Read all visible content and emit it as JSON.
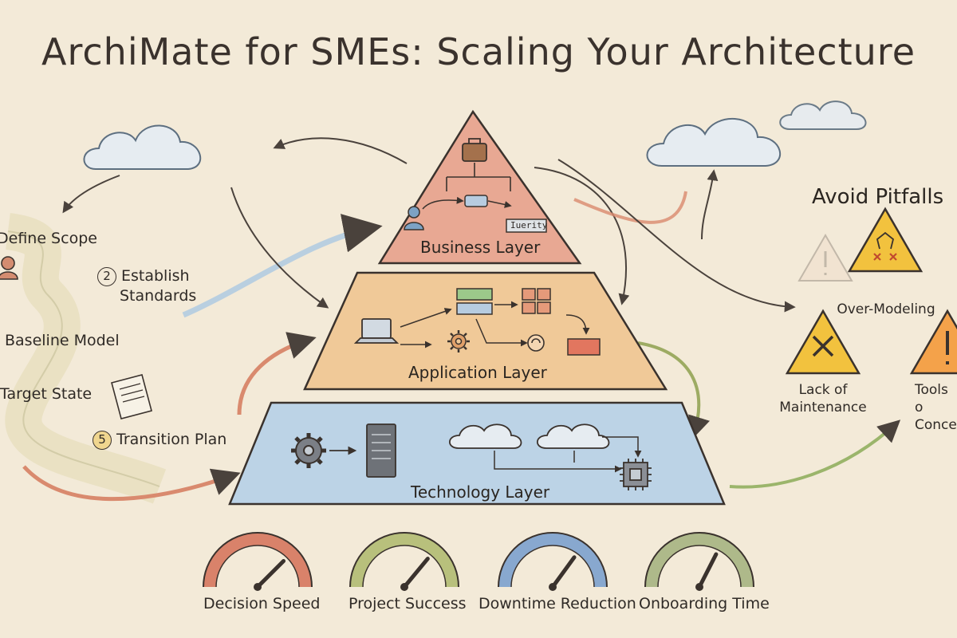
{
  "title": "ArchiMate for SMEs: Scaling Your Architecture",
  "steps": [
    {
      "num": "",
      "label": "Define Scope"
    },
    {
      "num": "2",
      "label": "Establish\nStandards"
    },
    {
      "num": "",
      "label": "Baseline Model"
    },
    {
      "num": "",
      "label": "Target State"
    },
    {
      "num": "5",
      "label": "Transition Plan"
    }
  ],
  "layers": {
    "business": {
      "label": "Business Layer",
      "tag": "Iuerity",
      "color": "#e8a893"
    },
    "application": {
      "label": "Application Layer",
      "color": "#f0c998"
    },
    "technology": {
      "label": "Technology Layer",
      "color": "#bcd3e6"
    }
  },
  "pitfalls": {
    "title": "Avoid Pitfalls",
    "items": [
      {
        "label": "Over-Modeling"
      },
      {
        "label": "Lack of\nMaintenance"
      },
      {
        "label": "Tools o\nConce"
      }
    ]
  },
  "gauges": [
    {
      "label": "Decision Speed",
      "value": 0.75,
      "color": "#d9826a"
    },
    {
      "label": "Project Success",
      "value": 0.72,
      "color": "#b8c07c"
    },
    {
      "label": "Downtime Reduction",
      "value": 0.7,
      "color": "#88a8cf"
    },
    {
      "label": "Onboarding Time",
      "value": 0.65,
      "color": "#aeb98a"
    }
  ]
}
